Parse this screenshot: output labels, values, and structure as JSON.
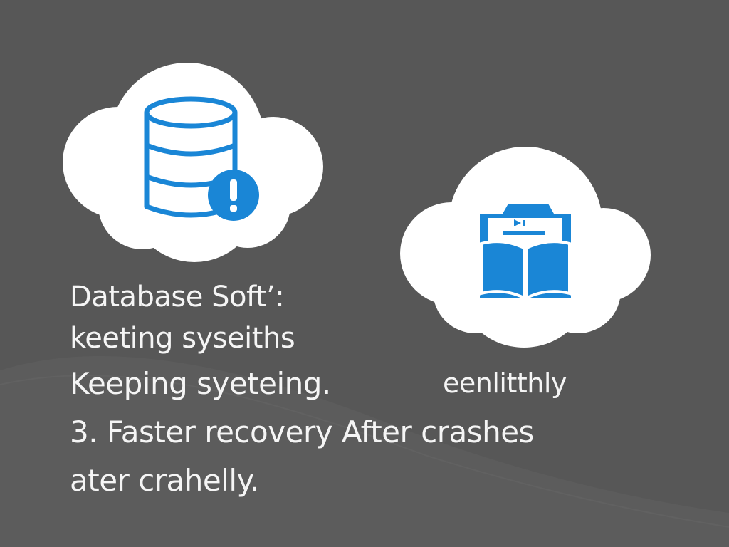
{
  "colors": {
    "background": "#575757",
    "cloud": "#ffffff",
    "icon_blue": "#1a86d6",
    "text": "#f5f5f5"
  },
  "icons": {
    "left": "database-warning-icon",
    "right": "backup-book-icon"
  },
  "text": {
    "line1": "Database Soft’:",
    "line2": "keeting syseiths",
    "line3": "Keeping syeteing.",
    "line3_right": "eenlitthly",
    "line4": "3. Faster recovery After crashes",
    "line5": "ater crahelly."
  }
}
